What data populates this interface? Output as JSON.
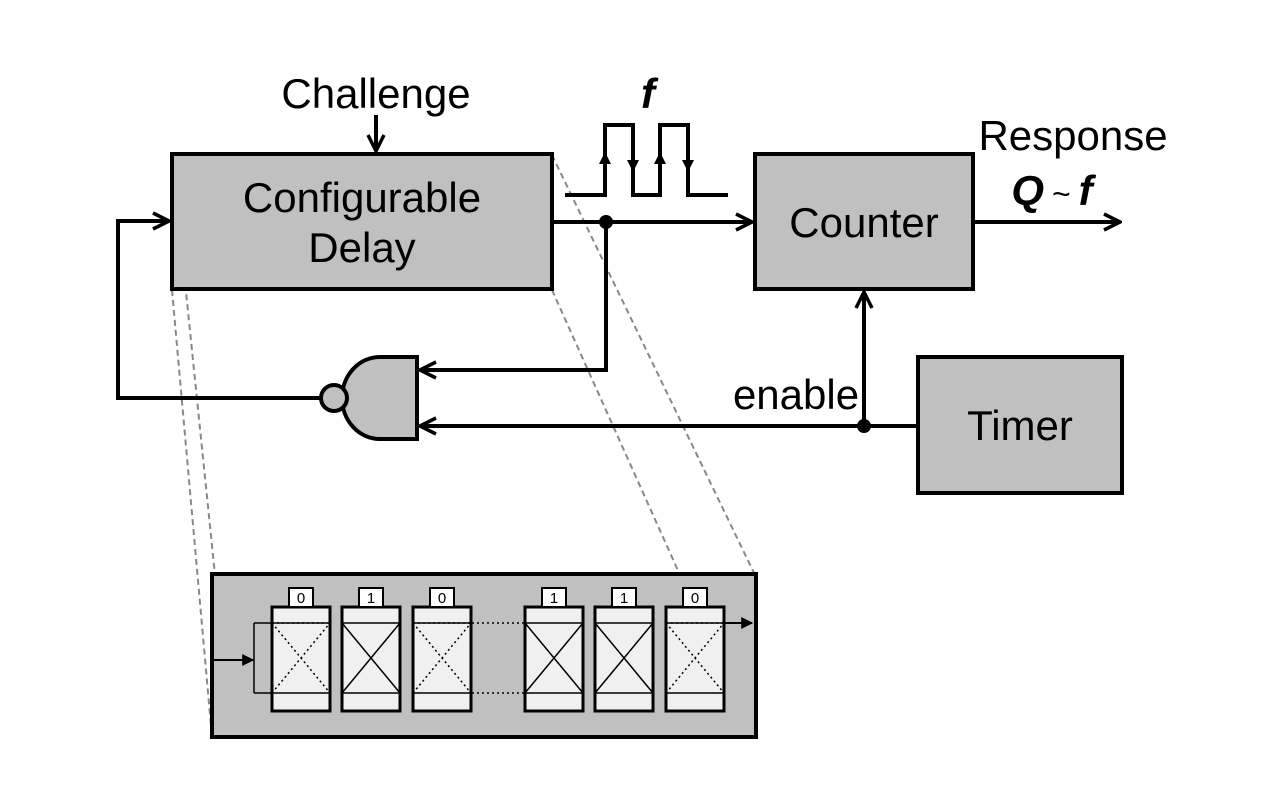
{
  "blocks": {
    "configurable_delay": {
      "line1": "Configurable",
      "line2": "Delay"
    },
    "counter": {
      "label": "Counter"
    },
    "timer": {
      "label": "Timer"
    }
  },
  "signals": {
    "challenge": "Challenge",
    "frequency": "f",
    "response": "Response",
    "response_q": "Q",
    "response_tilde": "~",
    "response_f": "f",
    "enable": "enable"
  },
  "delay_chain": {
    "bits": [
      "0",
      "1",
      "0",
      "1",
      "1",
      "0"
    ]
  },
  "colors": {
    "block_fill": "#c0c0c0",
    "cell_fill": "#f0f0f0",
    "wire": "#000000",
    "zoom_lines": "#888888"
  }
}
